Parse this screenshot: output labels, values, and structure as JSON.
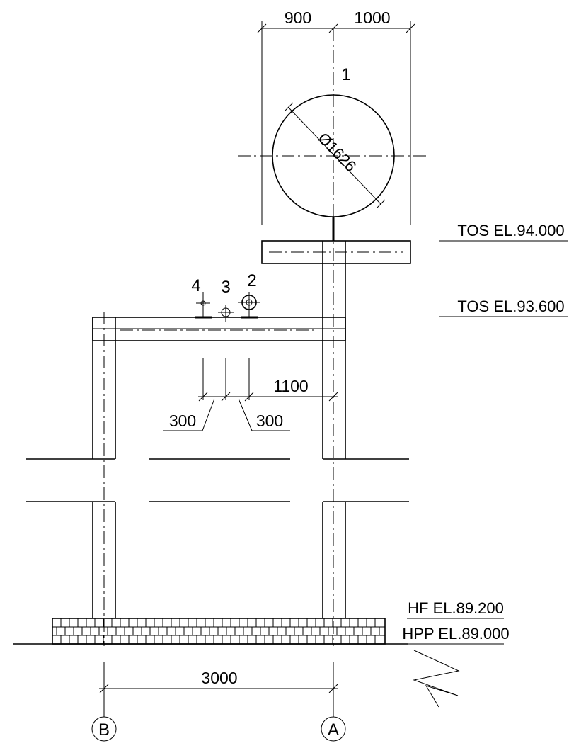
{
  "dimensions": {
    "top_left": "900",
    "top_right": "1000",
    "pipe_diameter": "Ø1626",
    "spacing_total": "1100",
    "spacing_left": "300",
    "spacing_right": "300",
    "bay_width": "3000"
  },
  "pipes": {
    "p1": "1",
    "p2": "2",
    "p3": "3",
    "p4": "4"
  },
  "elevations": {
    "tos_upper": "TOS EL.94.000",
    "tos_lower": "TOS EL.93.600",
    "hf": "HF EL.89.200",
    "hpp": "HPP EL.89.000"
  },
  "grid_axes": {
    "left": "B",
    "right": "A"
  }
}
